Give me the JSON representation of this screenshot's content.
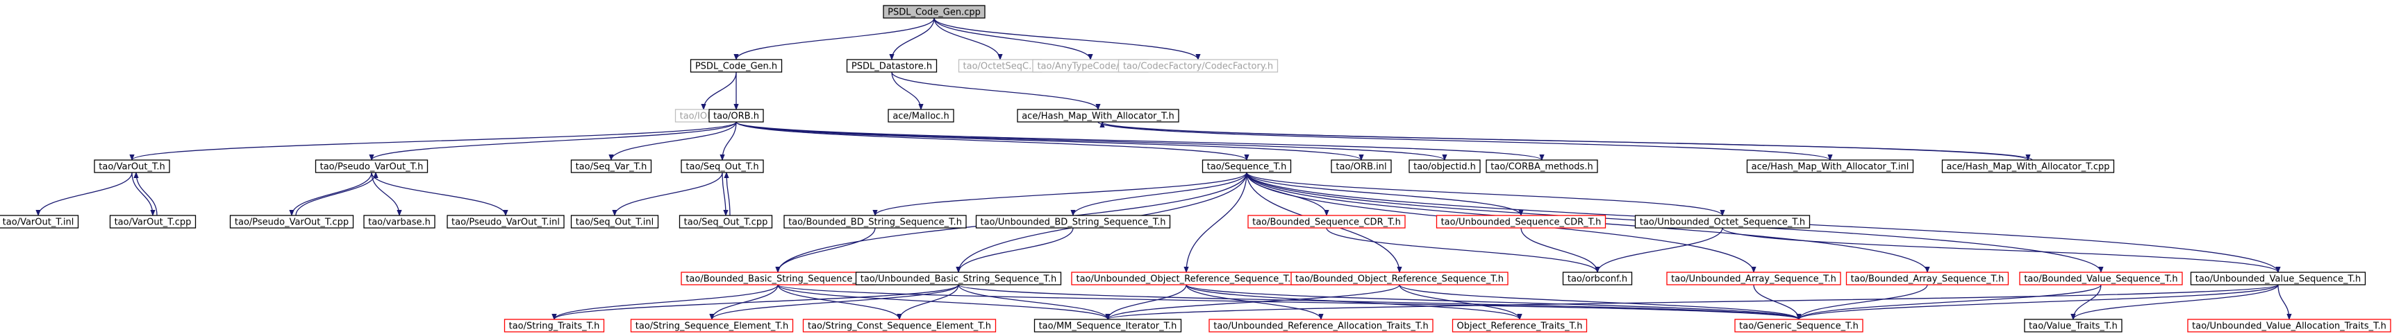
{
  "graph": {
    "nodes": [
      {
        "id": "root",
        "label": "PSDL_Code_Gen.cpp",
        "style": "root"
      },
      {
        "id": "psdl_code_gen_h",
        "label": "PSDL_Code_Gen.h",
        "style": "normal"
      },
      {
        "id": "psdl_datastore_h",
        "label": "PSDL_Datastore.h",
        "style": "normal"
      },
      {
        "id": "octetseqc_h",
        "label": "tao/OctetSeqC.h",
        "style": "external"
      },
      {
        "id": "any_h",
        "label": "tao/AnyTypeCode/Any.h",
        "style": "external"
      },
      {
        "id": "codecfactory_h",
        "label": "tao/CodecFactory/CodecFactory.h",
        "style": "external"
      },
      {
        "id": "iopc_h",
        "label": "tao/IOPC.h",
        "style": "external"
      },
      {
        "id": "orb_h",
        "label": "tao/ORB.h",
        "style": "normal"
      },
      {
        "id": "malloc_h",
        "label": "ace/Malloc.h",
        "style": "normal"
      },
      {
        "id": "hashmap_h",
        "label": "ace/Hash_Map_With_Allocator_T.h",
        "style": "normal"
      },
      {
        "id": "varout_h",
        "label": "tao/VarOut_T.h",
        "style": "normal"
      },
      {
        "id": "pseudo_varout_h",
        "label": "tao/Pseudo_VarOut_T.h",
        "style": "normal"
      },
      {
        "id": "seq_var_h",
        "label": "tao/Seq_Var_T.h",
        "style": "normal"
      },
      {
        "id": "seq_out_h",
        "label": "tao/Seq_Out_T.h",
        "style": "normal"
      },
      {
        "id": "sequence_h",
        "label": "tao/Sequence_T.h",
        "style": "normal"
      },
      {
        "id": "orb_inl",
        "label": "tao/ORB.inl",
        "style": "normal"
      },
      {
        "id": "objectid_h",
        "label": "tao/objectid.h",
        "style": "normal"
      },
      {
        "id": "corba_methods_h",
        "label": "tao/CORBA_methods.h",
        "style": "normal"
      },
      {
        "id": "hashmap_inl",
        "label": "ace/Hash_Map_With_Allocator_T.inl",
        "style": "normal"
      },
      {
        "id": "hashmap_cpp",
        "label": "ace/Hash_Map_With_Allocator_T.cpp",
        "style": "normal"
      },
      {
        "id": "varout_inl",
        "label": "tao/VarOut_T.inl",
        "style": "normal"
      },
      {
        "id": "varout_cpp",
        "label": "tao/VarOut_T.cpp",
        "style": "normal"
      },
      {
        "id": "pseudo_varout_cpp",
        "label": "tao/Pseudo_VarOut_T.cpp",
        "style": "normal"
      },
      {
        "id": "varbase_h",
        "label": "tao/varbase.h",
        "style": "normal"
      },
      {
        "id": "pseudo_varout_inl",
        "label": "tao/Pseudo_VarOut_T.inl",
        "style": "normal"
      },
      {
        "id": "seq_out_inl",
        "label": "tao/Seq_Out_T.inl",
        "style": "normal"
      },
      {
        "id": "seq_out_cpp",
        "label": "tao/Seq_Out_T.cpp",
        "style": "normal"
      },
      {
        "id": "bounded_bd_h",
        "label": "tao/Bounded_BD_String_Sequence_T.h",
        "style": "normal"
      },
      {
        "id": "unbounded_bd_h",
        "label": "tao/Unbounded_BD_String_Sequence_T.h",
        "style": "normal"
      },
      {
        "id": "bounded_cdr_h",
        "label": "tao/Bounded_Sequence_CDR_T.h",
        "style": "red"
      },
      {
        "id": "unbounded_cdr_h",
        "label": "tao/Unbounded_Sequence_CDR_T.h",
        "style": "red"
      },
      {
        "id": "unbounded_octet_h",
        "label": "tao/Unbounded_Octet_Sequence_T.h",
        "style": "normal"
      },
      {
        "id": "bounded_basic_h",
        "label": "tao/Bounded_Basic_String_Sequence_T.h",
        "style": "red"
      },
      {
        "id": "unbounded_basic_h",
        "label": "tao/Unbounded_Basic_String_Sequence_T.h",
        "style": "normal"
      },
      {
        "id": "unbounded_objref_h",
        "label": "tao/Unbounded_Object_Reference_Sequence_T.h",
        "style": "red"
      },
      {
        "id": "bounded_objref_h",
        "label": "tao/Bounded_Object_Reference_Sequence_T.h",
        "style": "red"
      },
      {
        "id": "orbconf_h",
        "label": "tao/orbconf.h",
        "style": "normal"
      },
      {
        "id": "unbounded_array_h",
        "label": "tao/Unbounded_Array_Sequence_T.h",
        "style": "red"
      },
      {
        "id": "bounded_array_h",
        "label": "tao/Bounded_Array_Sequence_T.h",
        "style": "red"
      },
      {
        "id": "bounded_value_h",
        "label": "tao/Bounded_Value_Sequence_T.h",
        "style": "red"
      },
      {
        "id": "unbounded_value_h",
        "label": "tao/Unbounded_Value_Sequence_T.h",
        "style": "normal"
      },
      {
        "id": "string_traits_h",
        "label": "tao/String_Traits_T.h",
        "style": "red"
      },
      {
        "id": "string_seq_elem_h",
        "label": "tao/String_Sequence_Element_T.h",
        "style": "red"
      },
      {
        "id": "string_const_seq_elem_h",
        "label": "tao/String_Const_Sequence_Element_T.h",
        "style": "red"
      },
      {
        "id": "mm_seq_iter_h",
        "label": "tao/MM_Sequence_Iterator_T.h",
        "style": "normal"
      },
      {
        "id": "unbounded_ref_alloc_h",
        "label": "tao/Unbounded_Reference_Allocation_Traits_T.h",
        "style": "red"
      },
      {
        "id": "objref_traits_h",
        "label": "Object_Reference_Traits_T.h",
        "style": "red"
      },
      {
        "id": "generic_seq_h",
        "label": "tao/Generic_Sequence_T.h",
        "style": "red"
      },
      {
        "id": "value_traits_h",
        "label": "tao/Value_Traits_T.h",
        "style": "normal"
      },
      {
        "id": "unbounded_value_alloc_h",
        "label": "tao/Unbounded_Value_Allocation_Traits_T.h",
        "style": "red"
      }
    ],
    "edges": [
      [
        "root",
        "psdl_code_gen_h"
      ],
      [
        "root",
        "psdl_datastore_h"
      ],
      [
        "root",
        "octetseqc_h"
      ],
      [
        "root",
        "any_h"
      ],
      [
        "root",
        "codecfactory_h"
      ],
      [
        "psdl_code_gen_h",
        "iopc_h"
      ],
      [
        "psdl_code_gen_h",
        "orb_h"
      ],
      [
        "psdl_datastore_h",
        "malloc_h"
      ],
      [
        "psdl_datastore_h",
        "hashmap_h"
      ],
      [
        "orb_h",
        "varout_h"
      ],
      [
        "orb_h",
        "pseudo_varout_h"
      ],
      [
        "orb_h",
        "seq_var_h"
      ],
      [
        "orb_h",
        "seq_out_h"
      ],
      [
        "orb_h",
        "sequence_h"
      ],
      [
        "orb_h",
        "orb_inl"
      ],
      [
        "orb_h",
        "objectid_h"
      ],
      [
        "orb_h",
        "corba_methods_h"
      ],
      [
        "hashmap_h",
        "hashmap_inl"
      ],
      [
        "hashmap_h",
        "hashmap_cpp"
      ],
      [
        "hashmap_cpp",
        "hashmap_h"
      ],
      [
        "varout_h",
        "varout_inl"
      ],
      [
        "varout_h",
        "varout_cpp"
      ],
      [
        "varout_cpp",
        "varout_h"
      ],
      [
        "pseudo_varout_h",
        "pseudo_varout_cpp"
      ],
      [
        "pseudo_varout_h",
        "varbase_h"
      ],
      [
        "pseudo_varout_h",
        "pseudo_varout_inl"
      ],
      [
        "pseudo_varout_cpp",
        "pseudo_varout_h"
      ],
      [
        "seq_out_h",
        "seq_out_inl"
      ],
      [
        "seq_out_h",
        "seq_out_cpp"
      ],
      [
        "seq_out_cpp",
        "seq_out_h"
      ],
      [
        "sequence_h",
        "bounded_bd_h"
      ],
      [
        "sequence_h",
        "unbounded_bd_h"
      ],
      [
        "sequence_h",
        "bounded_cdr_h"
      ],
      [
        "sequence_h",
        "unbounded_cdr_h"
      ],
      [
        "sequence_h",
        "unbounded_octet_h"
      ],
      [
        "sequence_h",
        "bounded_basic_h"
      ],
      [
        "sequence_h",
        "unbounded_basic_h"
      ],
      [
        "sequence_h",
        "unbounded_objref_h"
      ],
      [
        "sequence_h",
        "bounded_objref_h"
      ],
      [
        "sequence_h",
        "unbounded_array_h"
      ],
      [
        "sequence_h",
        "bounded_array_h"
      ],
      [
        "sequence_h",
        "bounded_value_h"
      ],
      [
        "sequence_h",
        "unbounded_value_h"
      ],
      [
        "bounded_bd_h",
        "bounded_basic_h"
      ],
      [
        "unbounded_bd_h",
        "unbounded_basic_h"
      ],
      [
        "bounded_cdr_h",
        "orbconf_h"
      ],
      [
        "unbounded_cdr_h",
        "orbconf_h"
      ],
      [
        "unbounded_octet_h",
        "orbconf_h"
      ],
      [
        "unbounded_octet_h",
        "unbounded_value_h"
      ],
      [
        "bounded_basic_h",
        "string_traits_h"
      ],
      [
        "bounded_basic_h",
        "string_seq_elem_h"
      ],
      [
        "bounded_basic_h",
        "string_const_seq_elem_h"
      ],
      [
        "bounded_basic_h",
        "mm_seq_iter_h"
      ],
      [
        "bounded_basic_h",
        "generic_seq_h"
      ],
      [
        "unbounded_basic_h",
        "string_traits_h"
      ],
      [
        "unbounded_basic_h",
        "string_seq_elem_h"
      ],
      [
        "unbounded_basic_h",
        "string_const_seq_elem_h"
      ],
      [
        "unbounded_basic_h",
        "mm_seq_iter_h"
      ],
      [
        "unbounded_basic_h",
        "generic_seq_h"
      ],
      [
        "unbounded_objref_h",
        "mm_seq_iter_h"
      ],
      [
        "unbounded_objref_h",
        "unbounded_ref_alloc_h"
      ],
      [
        "unbounded_objref_h",
        "objref_traits_h"
      ],
      [
        "unbounded_objref_h",
        "generic_seq_h"
      ],
      [
        "bounded_objref_h",
        "mm_seq_iter_h"
      ],
      [
        "bounded_objref_h",
        "objref_traits_h"
      ],
      [
        "bounded_objref_h",
        "generic_seq_h"
      ],
      [
        "unbounded_array_h",
        "generic_seq_h"
      ],
      [
        "bounded_array_h",
        "generic_seq_h"
      ],
      [
        "bounded_value_h",
        "generic_seq_h"
      ],
      [
        "bounded_value_h",
        "value_traits_h"
      ],
      [
        "unbounded_value_h",
        "mm_seq_iter_h"
      ],
      [
        "unbounded_value_h",
        "generic_seq_h"
      ],
      [
        "unbounded_value_h",
        "value_traits_h"
      ],
      [
        "unbounded_value_h",
        "unbounded_value_alloc_h"
      ]
    ]
  }
}
